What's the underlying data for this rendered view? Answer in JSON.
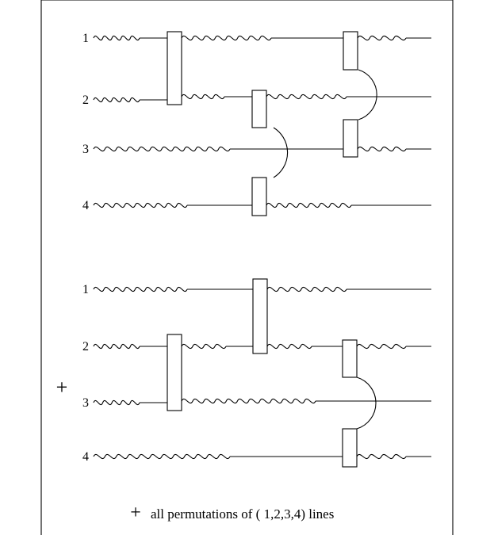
{
  "upper_diagram": {
    "line_labels": [
      "1",
      "2",
      "3",
      "4"
    ]
  },
  "lower_diagram": {
    "line_labels": [
      "1",
      "2",
      "3",
      "4"
    ]
  },
  "plus_sign": "+",
  "footer": {
    "plus": "+",
    "caption": "all permutations of ( 1,2,3,4) lines"
  }
}
